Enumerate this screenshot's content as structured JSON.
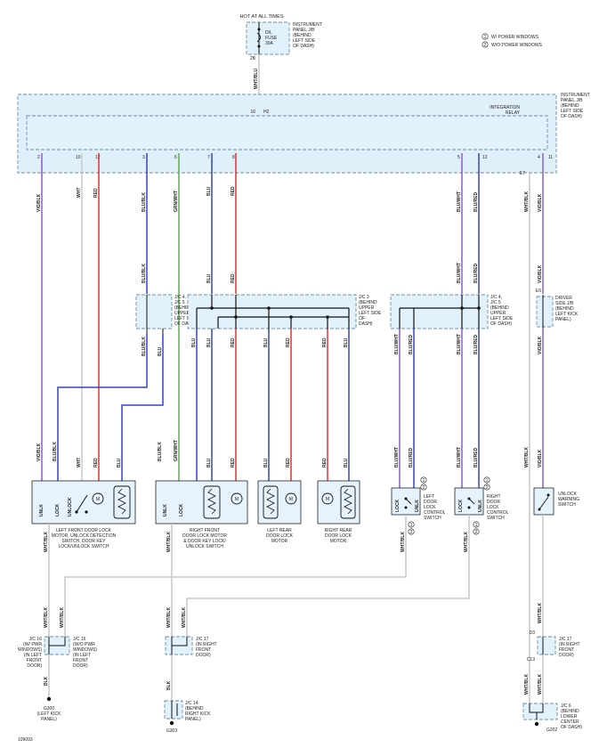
{
  "header": {
    "hot_at_all_times": "HOT AT ALL TIMES"
  },
  "legend": {
    "items": [
      {
        "num": "1",
        "label": "W/ POWER WINDOWS"
      },
      {
        "num": "2",
        "label": "W/O POWER WINDOWS"
      }
    ]
  },
  "fuse": {
    "name": "D/L FUSE 30A",
    "lines": [
      "D/L",
      "FUSE",
      "30A"
    ],
    "location": [
      "INSTRUMENT",
      "PANEL J/B",
      "(BEHIND",
      "LEFT SIDE",
      "OF DASH)"
    ],
    "pin": "2B",
    "wire": "WHT/BLU"
  },
  "integration_relay": {
    "title": [
      "INTEGRATION",
      "RELAY"
    ],
    "location": [
      "INSTRUMENT",
      "PANEL J/B",
      "(BEHIND",
      "LEFT SIDE",
      "OF DASH)"
    ],
    "input_pin": "16",
    "input_conn": "H2",
    "pins_left": [
      "2",
      "10",
      "12",
      "3",
      "6",
      "7",
      "8"
    ],
    "pins_right": [
      "5",
      "12",
      "4",
      "11"
    ],
    "conn_e7": "E7"
  },
  "wire_labels": {
    "vio_blk": "VIO/BLK",
    "wht": "WHT",
    "red": "RED",
    "blu_blk": "BLU/BLK",
    "grn_wht": "GRN/WHT",
    "blu": "BLU",
    "wht_blk": "WHT/BLK",
    "blu_wht": "BLU/WHT",
    "blu_red": "BLU/RED",
    "blk": "BLK"
  },
  "junctions": {
    "jc4_left": {
      "label": [
        "J/C 4,",
        "J/C 5",
        "(BEHIND",
        "UPPER",
        "LEFT SIDE",
        "OF DASH)"
      ]
    },
    "jc3": {
      "label": [
        "J/C 3",
        "(BEHIND",
        "UPPER",
        "LEFT SIDE",
        "OF",
        "DASH)"
      ]
    },
    "jc4_right": {
      "label": [
        "J/C 4,",
        "J/C 5",
        "(BEHIND",
        "UPPER",
        "LEFT SIDE",
        "OF DASH)"
      ]
    },
    "e6": {
      "pin": "E6",
      "label": [
        "DRIVER",
        "SIDE J/B",
        "(BEHIND",
        "LEFT KICK",
        "PANEL)"
      ]
    }
  },
  "components": {
    "lf_motor": {
      "label": [
        "LEFT FRONT DOOR LOCK",
        "MOTOR, UNLOCK DETECTION",
        "SWITCH, DOOR KEY",
        "LOCK/UNLOCK SWITCH"
      ],
      "unlk": "UNLK",
      "lock": "LOCK",
      "unlock": "UNLOCK",
      "m": "M"
    },
    "rf_motor": {
      "label": [
        "RIGHT FRONT",
        "DOOR LOCK MOTOR",
        "& DOOR KEY LOCK/",
        "UNLOCK SWITCH"
      ],
      "unlk": "UNLK",
      "lock": "LOCK",
      "m": "M"
    },
    "lr_motor": {
      "label": [
        "LEFT REAR",
        "DOOR LOCK",
        "MOTOR"
      ],
      "m": "M"
    },
    "rr_motor": {
      "label": [
        "RIGHT REAR",
        "DOOR LOCK",
        "MOTOR"
      ],
      "m": "M"
    },
    "l_switch": {
      "label": [
        "LEFT",
        "DOOR",
        "LOCK",
        "CONTROL",
        "SWITCH"
      ],
      "lock": "LOCK",
      "unlk": "UNLK"
    },
    "r_switch": {
      "label": [
        "RIGHT",
        "DOOR",
        "LOCK",
        "CONTROL",
        "SWITCH"
      ],
      "lock": "LOCK",
      "unlk": "UNLK"
    },
    "warn_switch": {
      "label": [
        "UNLOCK",
        "WARNING",
        "SWITCH"
      ]
    }
  },
  "lower_junctions": {
    "jc16": {
      "label": [
        "J/C 16",
        "(W/ PWR",
        "WINDOWS)",
        "(IN LEFT",
        "FRONT",
        "DOOR)"
      ]
    },
    "jc15": {
      "label": [
        "J/C 15",
        "(W/O PWR",
        "WINDOWS)",
        "(IN LEFT",
        "FRONT",
        "DOOR)"
      ]
    },
    "jc17a": {
      "label": [
        "J/C 17",
        "(IN RIGHT",
        "FRONT",
        "DOOR)"
      ]
    },
    "jc17b": {
      "label": [
        "J/C 17",
        "(IN RIGHT",
        "FRONT",
        "DOOR)"
      ],
      "pin_top": "D3",
      "pin_bot": "C13"
    },
    "jc14": {
      "label": [
        "J/C 14",
        "(BEHIND",
        "RIGHT KICK",
        "PANEL)"
      ]
    },
    "jc6": {
      "label": [
        "J/C 6",
        "(BEHIND",
        "LOWER",
        "CENTER",
        "OF DASH)"
      ]
    }
  },
  "grounds": {
    "g300": {
      "label": [
        "G300",
        "(LEFT KICK",
        "PANEL)"
      ]
    },
    "g303": {
      "label": "G303"
    },
    "g202": {
      "label": "G202"
    }
  },
  "footer": {
    "figure_id": "109093"
  }
}
